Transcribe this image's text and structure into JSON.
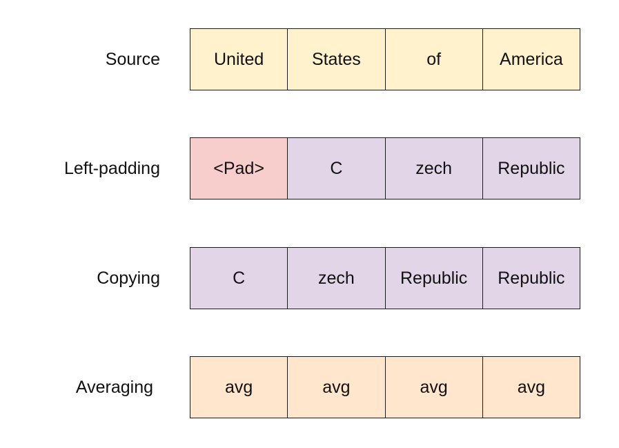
{
  "colors": {
    "source": "#fff2cc",
    "pad": "#f8cecc",
    "subword": "#e1d5e7",
    "avg": "#ffe6cc",
    "border": "#1a1a1a"
  },
  "rows": [
    {
      "label": "Source",
      "cells": [
        {
          "text": "United",
          "color": "#fff2cc"
        },
        {
          "text": "States",
          "color": "#fff2cc"
        },
        {
          "text": "of",
          "color": "#fff2cc"
        },
        {
          "text": "America",
          "color": "#fff2cc"
        }
      ]
    },
    {
      "label": "Left-padding",
      "cells": [
        {
          "text": "<Pad>",
          "color": "#f8cecc"
        },
        {
          "text": "C",
          "color": "#e1d5e7"
        },
        {
          "text": "zech",
          "color": "#e1d5e7"
        },
        {
          "text": "Republic",
          "color": "#e1d5e7"
        }
      ]
    },
    {
      "label": "Copying",
      "cells": [
        {
          "text": "C",
          "color": "#e1d5e7"
        },
        {
          "text": "zech",
          "color": "#e1d5e7"
        },
        {
          "text": "Republic",
          "color": "#e1d5e7"
        },
        {
          "text": "Republic",
          "color": "#e1d5e7"
        }
      ]
    },
    {
      "label": "Averaging",
      "cells": [
        {
          "text": "avg",
          "color": "#ffe6cc"
        },
        {
          "text": "avg",
          "color": "#ffe6cc"
        },
        {
          "text": "avg",
          "color": "#ffe6cc"
        },
        {
          "text": "avg",
          "color": "#ffe6cc"
        }
      ]
    }
  ]
}
